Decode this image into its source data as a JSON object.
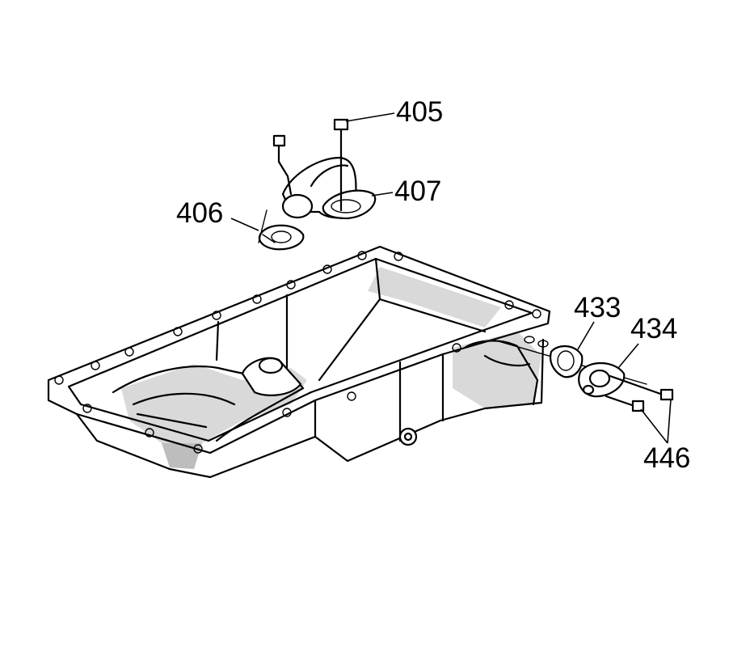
{
  "callouts": {
    "c405": "405",
    "c406": "406",
    "c407": "407",
    "c433": "433",
    "c434": "434",
    "c446": "446"
  }
}
